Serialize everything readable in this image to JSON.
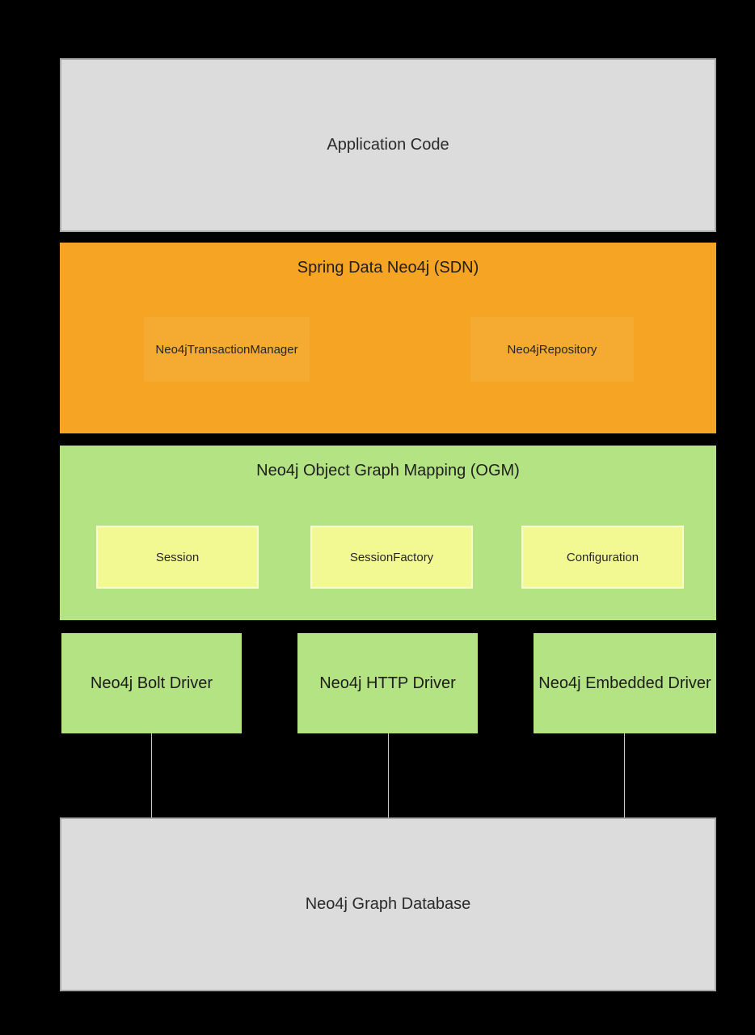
{
  "diagram": {
    "description": "Neo4j / Spring Data Neo4j architecture stack diagram",
    "colors": {
      "background": "#000000",
      "gray_fill": "#dcdcdc",
      "gray_border": "#a8a8a8",
      "sdn_orange": "#f5a423",
      "ogm_green": "#b4e383",
      "inner_yellow": "#f2f992",
      "connector_line": "#c9c9c9",
      "text": "#212121"
    },
    "layers": {
      "application": {
        "label": "Application Code"
      },
      "sdn": {
        "title": "Spring Data Neo4j (SDN)",
        "components": [
          {
            "label": "Neo4jTransactionManager"
          },
          {
            "label": "Neo4jRepository"
          }
        ]
      },
      "ogm": {
        "title": "Neo4j Object Graph Mapping (OGM)",
        "components": [
          {
            "label": "Session"
          },
          {
            "label": "SessionFactory"
          },
          {
            "label": "Configuration"
          }
        ]
      },
      "drivers": [
        {
          "label": "Neo4j Bolt Driver"
        },
        {
          "label": "Neo4j HTTP Driver"
        },
        {
          "label": "Neo4j Embedded Driver"
        }
      ],
      "database": {
        "label": "Neo4j Graph Database"
      }
    },
    "connections": [
      {
        "from": "Neo4j Bolt Driver",
        "to": "Neo4j Graph Database"
      },
      {
        "from": "Neo4j HTTP Driver",
        "to": "Neo4j Graph Database"
      },
      {
        "from": "Neo4j Embedded Driver",
        "to": "Neo4j Graph Database"
      }
    ]
  }
}
